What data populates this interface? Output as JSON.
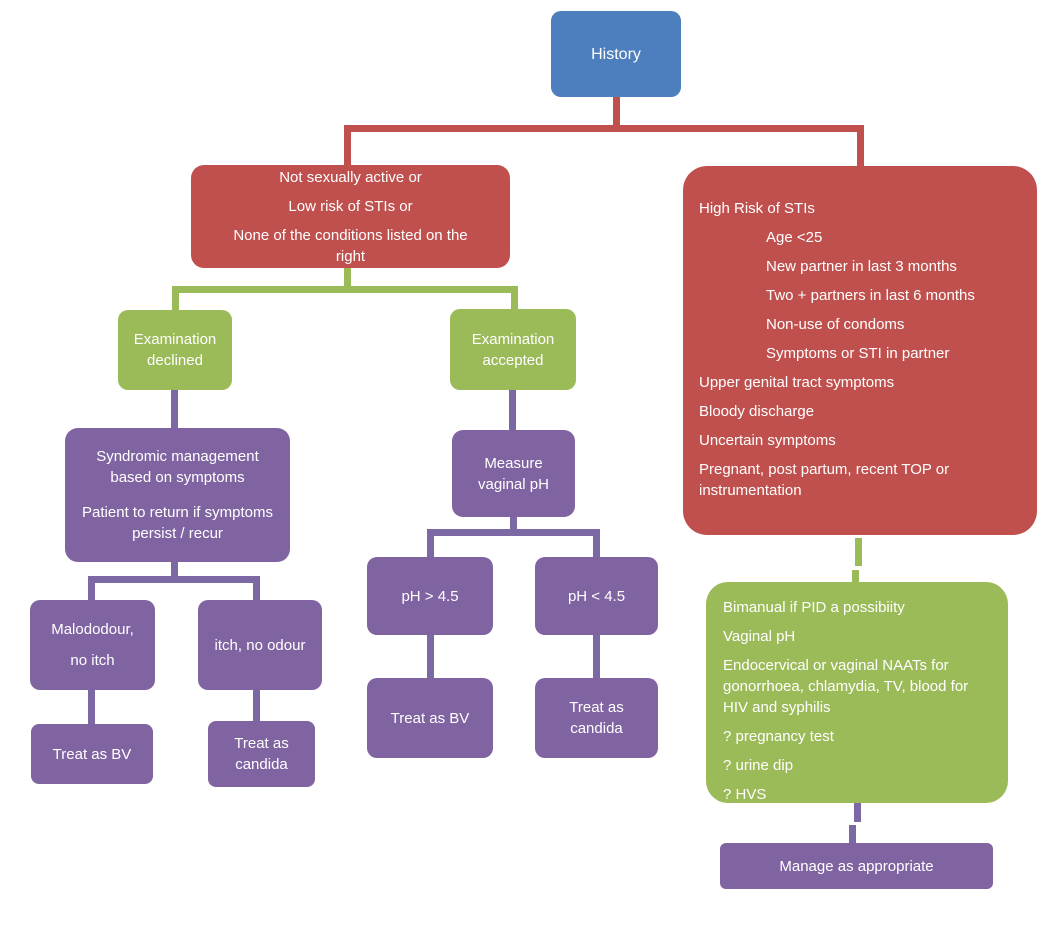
{
  "palette": {
    "blue": "#4d7ebd",
    "red": "#c0504d",
    "green": "#9bbb59",
    "purple": "#8064a2",
    "text": "#ffffff",
    "background": "#ffffff"
  },
  "nodes": {
    "history": {
      "label": "History"
    },
    "low_risk": {
      "lines": [
        "Not sexually active or",
        "Low risk of STIs or",
        "None of the conditions listed on the right"
      ]
    },
    "high_risk": {
      "title": "High Risk of STIs",
      "sub_items": [
        "Age <25",
        "New partner in last 3 months",
        "Two + partners in last 6 months",
        "Non-use of condoms",
        "Symptoms or STI in partner"
      ],
      "items": [
        "Upper genital tract symptoms",
        "Bloody discharge",
        "Uncertain symptoms",
        "Pregnant, post partum, recent TOP or instrumentation"
      ]
    },
    "exam_declined": {
      "label": "Examination declined"
    },
    "exam_accepted": {
      "label": "Examination accepted"
    },
    "syndromic": {
      "lines": [
        "Syndromic management based on symptoms",
        "Patient to return if symptoms persist / recur"
      ]
    },
    "measure_ph": {
      "label": "Measure vaginal pH"
    },
    "malodour": {
      "lines": [
        "Malododour,",
        "no itch"
      ]
    },
    "itch": {
      "label": "itch, no odour"
    },
    "treat_bv_left": {
      "label": "Treat as BV"
    },
    "treat_candida_left": {
      "label": "Treat as candida"
    },
    "ph_high": {
      "label": "pH > 4.5"
    },
    "ph_low": {
      "label": "pH < 4.5"
    },
    "treat_bv_mid": {
      "label": "Treat as BV"
    },
    "treat_candida_mid": {
      "label": "Treat as candida"
    },
    "investigations": {
      "items": [
        "Bimanual if PID a possibiity",
        "Vaginal pH",
        "Endocervical or vaginal NAATs for gonorrhoea, chlamydia, TV, blood for HIV and syphilis",
        "? pregnancy test",
        "? urine dip",
        "? HVS"
      ]
    },
    "manage": {
      "label": "Manage as appropriate"
    }
  }
}
